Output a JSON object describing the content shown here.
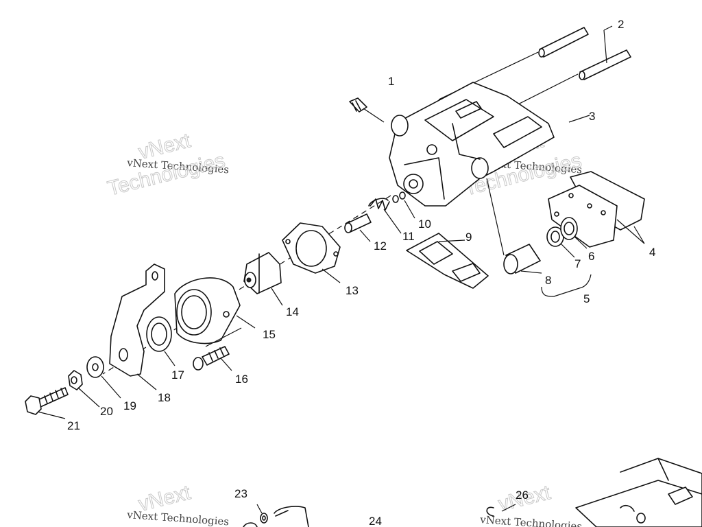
{
  "callouts": [
    "1",
    "2",
    "3",
    "4",
    "5",
    "6",
    "7",
    "8",
    "9",
    "10",
    "11",
    "12",
    "13",
    "14",
    "15",
    "16",
    "17",
    "18",
    "19",
    "20",
    "21",
    "23",
    "24",
    "26"
  ],
  "watermarks": {
    "line1": "vNext",
    "line2": "vNext Technologies",
    "line3": "Technologies"
  }
}
